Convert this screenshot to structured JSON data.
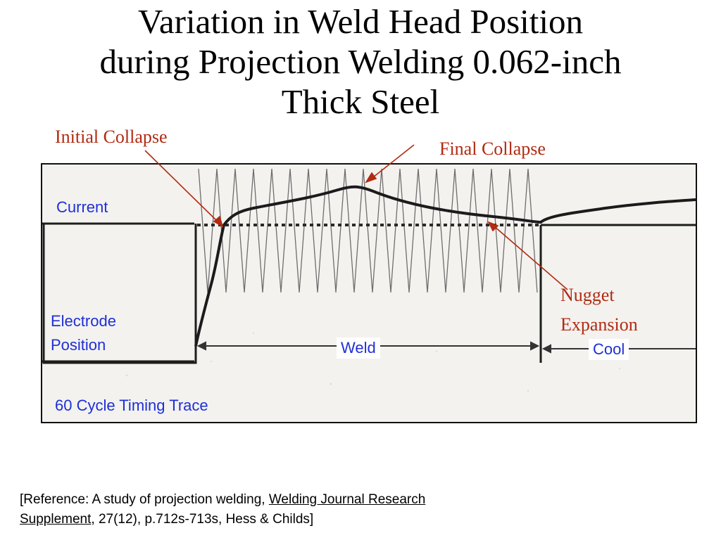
{
  "title": {
    "line1": "Variation in Weld Head Position",
    "line2": "during Projection Welding 0.062-inch",
    "line3": "Thick Steel"
  },
  "annotations": {
    "initial_collapse": "Initial Collapse",
    "final_collapse": "Final Collapse",
    "nugget_line1": "Nugget",
    "nugget_line2": "Expansion"
  },
  "trace_labels": {
    "current": "Current",
    "electrode_line1": "Electrode",
    "electrode_line2": "Position",
    "weld": "Weld",
    "cool": "Cool",
    "timing": "60 Cycle Timing Trace"
  },
  "reference": {
    "prefix": "[Reference:  A study of projection welding, ",
    "journal_line1": "Welding Journal Research",
    "journal_line2": "Supplement",
    "suffix": ", 27(12), p.712s-713s, Hess & Childs]"
  },
  "colors": {
    "annotation_red": "#b22a12",
    "label_blue": "#1f2fd6"
  }
}
